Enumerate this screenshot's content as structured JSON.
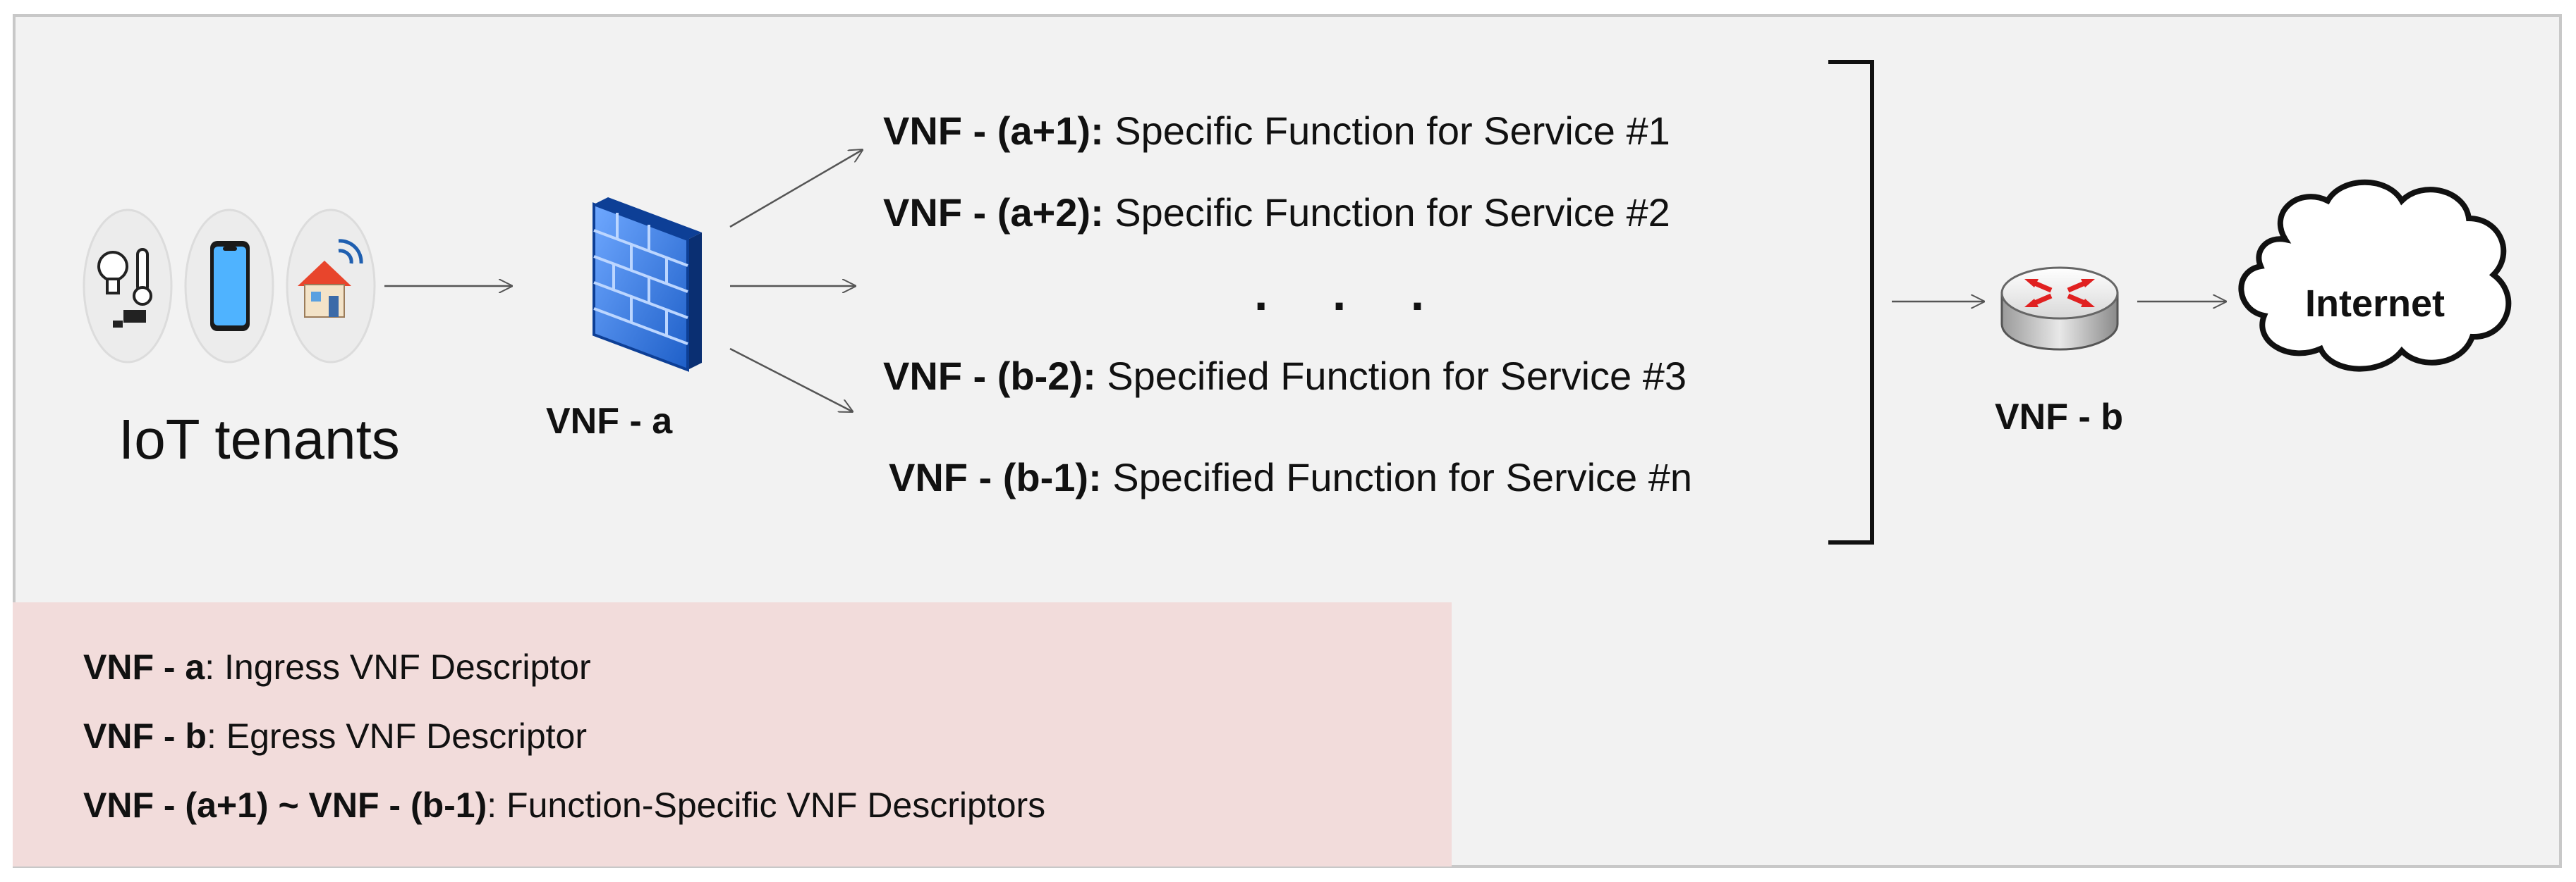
{
  "tenants": {
    "label": "IoT tenants",
    "icons": [
      "bulb-thermometer-camera-icon",
      "smartphone-icon",
      "smart-home-icon"
    ]
  },
  "ingress": {
    "caption": "VNF - a",
    "icon": "firewall-icon"
  },
  "functions": {
    "rows": [
      {
        "name": "VNF - (a+1)",
        "sep": ":",
        "desc": " Specific Function for Service #1"
      },
      {
        "name": "VNF - (a+2)",
        "sep": ":",
        "desc": " Specific Function for Service #2"
      },
      {
        "name": "VNF - (b-2)",
        "sep": ":",
        "desc": " Specified Function for Service #3"
      },
      {
        "name": "VNF - (b-1)",
        "sep": ":",
        "desc": " Specified Function for Service #n"
      }
    ],
    "ellipsis": ". . ."
  },
  "egress": {
    "caption": "VNF - b",
    "icon": "router-icon"
  },
  "internet": {
    "label": "Internet",
    "icon": "cloud-icon"
  },
  "legend": {
    "items": [
      {
        "name": "VNF - a",
        "desc": ": Ingress VNF Descriptor"
      },
      {
        "name": "VNF - b",
        "desc": ": Egress VNF Descriptor"
      },
      {
        "name": "VNF - (a+1) ~ VNF - (b-1)",
        "desc": ": Function-Specific VNF Descriptors"
      }
    ]
  },
  "colors": {
    "background": "#f2f2f2",
    "legend_background": "#f2dcdb",
    "firewall_blue": "#2f6fd6",
    "router_red": "#e02020"
  }
}
